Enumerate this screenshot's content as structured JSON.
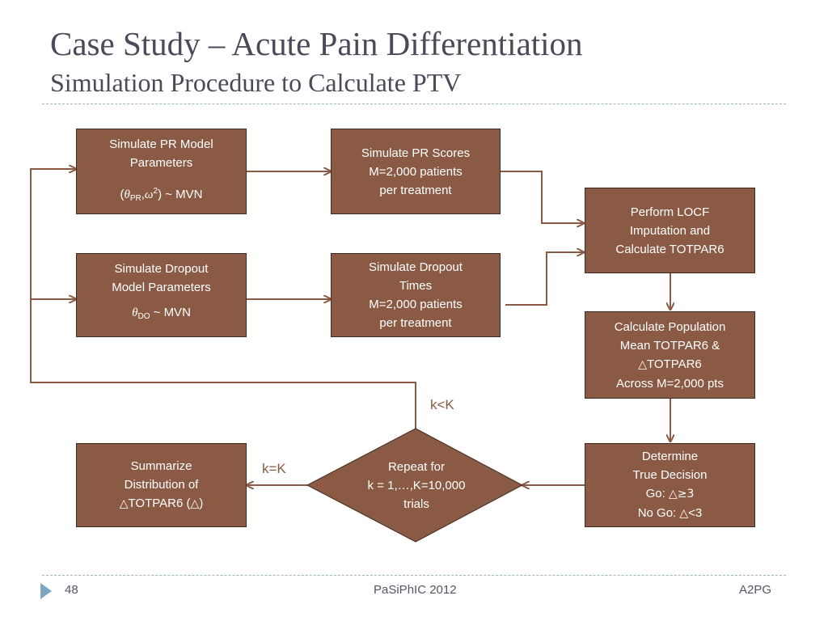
{
  "header": {
    "title": "Case Study – Acute Pain Differentiation",
    "subtitle": "Simulation Procedure to Calculate PTV"
  },
  "boxes": {
    "pr_params": {
      "line1": "Simulate PR Model",
      "line2": "Parameters",
      "formula": {
        "open": "(",
        "theta": "θ",
        "theta_sub": "PR",
        "sep": ",",
        "omega": "ω",
        "omega_sup": "2",
        "close": ") ~ MVN"
      }
    },
    "pr_scores": {
      "lines": [
        "Simulate PR Scores",
        "M=2,000 patients",
        "per treatment"
      ]
    },
    "locf": {
      "lines": [
        "Perform LOCF",
        "Imputation and",
        "Calculate TOTPAR6"
      ]
    },
    "dropout_params": {
      "line1": "Simulate Dropout",
      "line2": "Model Parameters",
      "formula": {
        "theta": "θ",
        "theta_sub": "DO",
        "rest": " ~ MVN"
      }
    },
    "dropout_times": {
      "lines": [
        "Simulate Dropout",
        "Times",
        "M=2,000 patients",
        "per treatment"
      ]
    },
    "population": {
      "line1": "Calculate Population",
      "line2": "Mean TOTPAR6 &",
      "line3_symbol": "△",
      "line3_text": "TOTPAR6",
      "line4": "Across M=2,000 pts"
    },
    "decision": {
      "line1": "Determine",
      "line2": "True Decision",
      "go_prefix": "Go: ",
      "go_symbol": "△≥3",
      "nogo_prefix": "No Go: ",
      "nogo_symbol": "△",
      "nogo_suffix": "<3"
    },
    "summarize": {
      "line1": "Summarize",
      "line2": "Distribution of",
      "line3_symbol": "△",
      "line3_text": "TOTPAR6 (",
      "line3_symbol2": "△",
      "line3_close": ")"
    }
  },
  "diamond": {
    "lines": [
      "Repeat for",
      "k = 1,…,K=10,000",
      "trials"
    ]
  },
  "labels": {
    "loop": "k<K",
    "exit": "k=K"
  },
  "footer": {
    "page": "48",
    "center": "PaSiPhIC 2012",
    "right": "A2PG"
  },
  "colors": {
    "box_fill": "#8b5a44",
    "box_border": "#3e2a20",
    "arrow": "#8b5a44",
    "title": "#4a4a58",
    "rule": "#9bb3c2",
    "footer_marker": "#7ea6c4"
  }
}
